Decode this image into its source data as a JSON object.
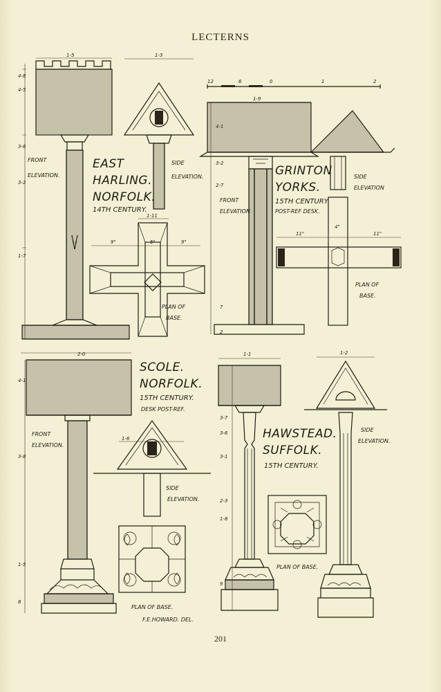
{
  "page": {
    "running_head": "LECTERNS",
    "folio": "201",
    "signature": "F.E.HOWARD. DEL."
  },
  "lecterns": [
    {
      "title_lines": [
        "EAST",
        "HARLING.",
        "NORFOLK."
      ],
      "century": "14TH CENTURY.",
      "labels": {
        "front": [
          "FRONT",
          "ELEVATION."
        ],
        "side": [
          "SIDE",
          "ELEVATION."
        ],
        "plan": [
          "PLAN OF",
          "BASE."
        ]
      },
      "dims": [
        "1-5",
        "1-3",
        "4-8",
        "4-5",
        "3-6",
        "3-2",
        "1-7",
        "9\"",
        "5\"",
        "9\"",
        "1-11"
      ]
    },
    {
      "title_lines": [
        "GRINTON",
        "YORKS."
      ],
      "century": "15TH CENTURY.",
      "note": "POST-REF DESK.",
      "labels": {
        "front": [
          "FRONT",
          "ELEVATION."
        ],
        "side": [
          "SIDE",
          "ELEVATION"
        ],
        "plan": [
          "PLAN OF",
          "BASE."
        ]
      },
      "dims": [
        "12",
        "6",
        "0",
        "1",
        "2",
        "1-9",
        "4-1",
        "3-2",
        "2-7",
        "7",
        "2",
        "11\"",
        "4\"",
        "11\""
      ]
    },
    {
      "title_lines": [
        "SCOLE.",
        "NORFOLK."
      ],
      "century": "15TH CENTURY.",
      "note": "DESK POST-REF.",
      "labels": {
        "front": [
          "FRONT",
          "ELEVATION."
        ],
        "side": [
          "SIDE",
          "ELEVATION."
        ],
        "plan": [
          "PLAN OF BASE."
        ]
      },
      "dims": [
        "2-0",
        "4-1",
        "3-8",
        "1-6",
        "1-5",
        "8"
      ]
    },
    {
      "title_lines": [
        "HAWSTEAD.",
        "SUFFOLK."
      ],
      "century": "15TH CENTURY.",
      "labels": {
        "side": [
          "SIDE",
          "ELEVATION."
        ],
        "plan": [
          "PLAN OF BASE."
        ]
      },
      "dims": [
        "1-1",
        "1-2",
        "3-7",
        "3-6",
        "3-1",
        "2-3",
        "1-8",
        "9"
      ]
    }
  ]
}
